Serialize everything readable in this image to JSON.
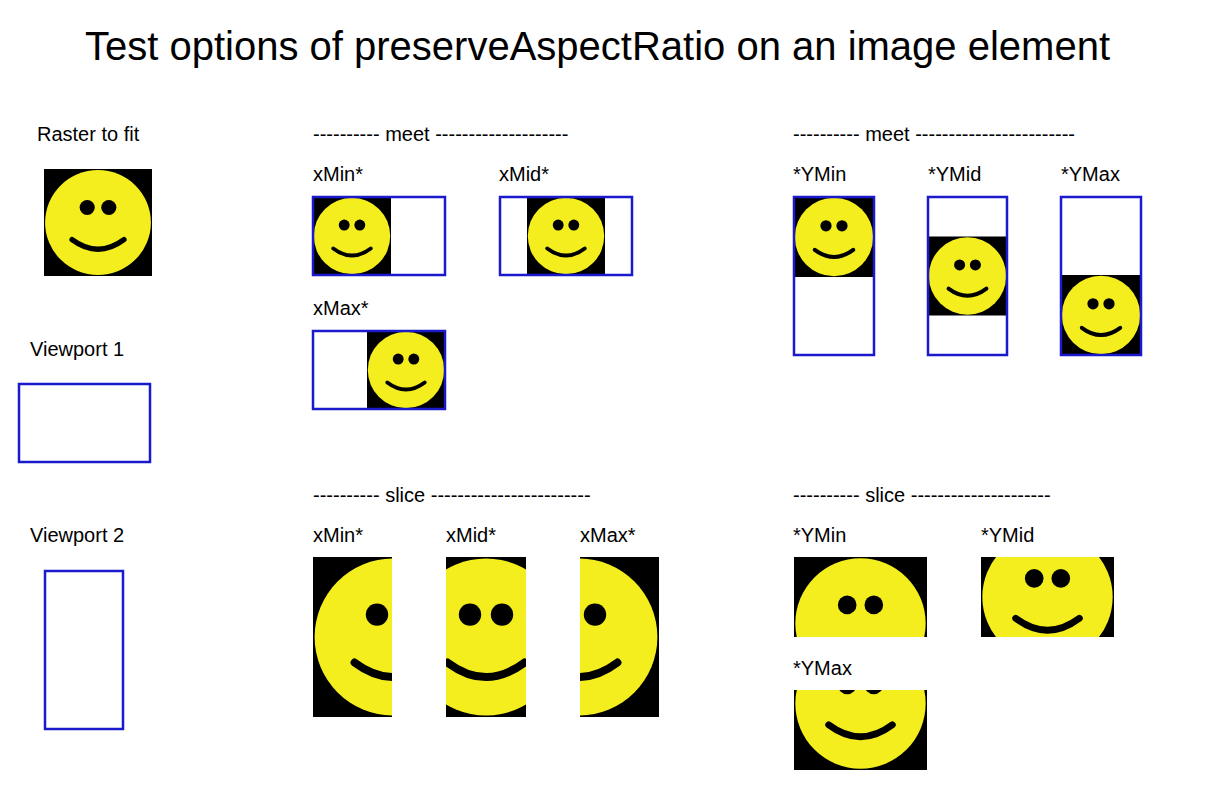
{
  "diagram": {
    "title": "Test options of preserveAspectRatio on an image element",
    "labels": [
      "Raster to fit",
      "---------- meet --------------------",
      "---------- meet ------------------------",
      "xMin*",
      "xMid*",
      "*YMin",
      "*YMid",
      "*YMax",
      "xMax*",
      "Viewport 1",
      "---------- slice ------------------------",
      "---------- slice ---------------------",
      "Viewport 2",
      "xMin*",
      "xMid*",
      "xMax*",
      "*YMin",
      "*YMid",
      "*YMax"
    ]
  }
}
